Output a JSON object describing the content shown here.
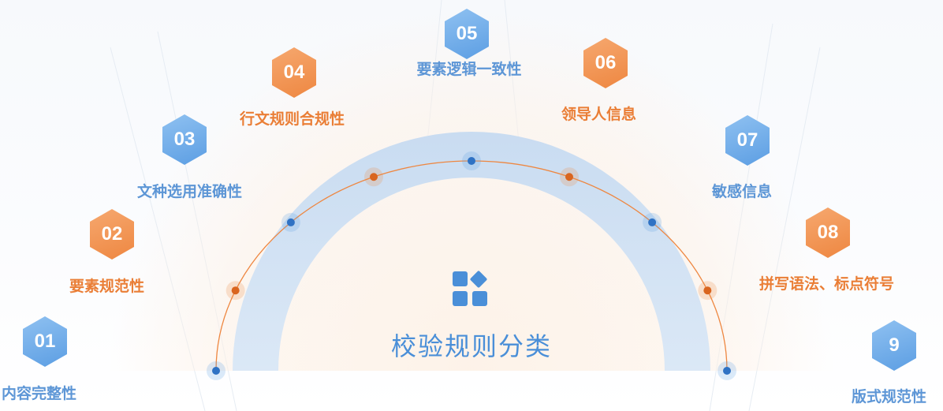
{
  "title": "校验规则分类",
  "colors": {
    "blue": "#5c9ee3",
    "orange": "#ee8741",
    "band": "#d7e5f4",
    "title": "#4a8fd8"
  },
  "center_icon": "apps-grid-icon",
  "rules": [
    {
      "number": "01",
      "label": "内容完整性",
      "color": "blue"
    },
    {
      "number": "02",
      "label": "要素规范性",
      "color": "orange"
    },
    {
      "number": "03",
      "label": "文种选用准确性",
      "color": "blue"
    },
    {
      "number": "04",
      "label": "行文规则合规性",
      "color": "orange"
    },
    {
      "number": "05",
      "label": "要素逻辑一致性",
      "color": "blue"
    },
    {
      "number": "06",
      "label": "领导人信息",
      "color": "orange"
    },
    {
      "number": "07",
      "label": "敏感信息",
      "color": "blue"
    },
    {
      "number": "08",
      "label": "拼写语法、标点符号",
      "color": "orange"
    },
    {
      "number": "9",
      "label": "版式规范性",
      "color": "blue"
    }
  ]
}
